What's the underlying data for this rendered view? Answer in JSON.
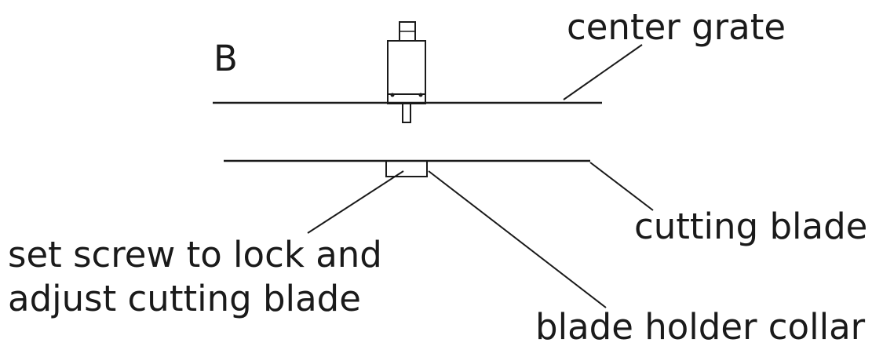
{
  "diagram": {
    "view_label": "B",
    "labels": {
      "center_grate": "center grate",
      "cutting_blade": "cutting blade",
      "set_screw_line1": "set screw to lock and",
      "set_screw_line2": "adjust cutting blade",
      "blade_holder_collar": "blade holder collar"
    }
  }
}
